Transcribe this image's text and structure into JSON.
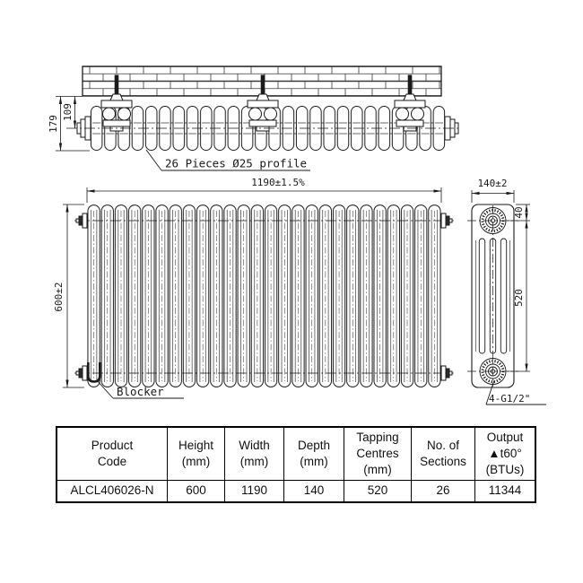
{
  "drawing": {
    "line_color": "#1a1a1a",
    "top_view": {
      "dim_depth_total": "179",
      "dim_wall_to_center": "109",
      "pieces_label": "26 Pieces Ø25 profile"
    },
    "front_view": {
      "dim_width": "1190±1.5%",
      "dim_height": "600±2",
      "blocker_label": "Blocker"
    },
    "side_view": {
      "dim_depth": "140±2",
      "dim_top_offset": "40",
      "dim_tapping_centres": "520",
      "tapping_label": "4-G1/2\""
    }
  },
  "table": {
    "headers": [
      "Product\nCode",
      "Height\n(mm)",
      "Width\n(mm)",
      "Depth\n(mm)",
      "Tapping\nCentres\n(mm)",
      "No. of\nSections",
      "Output\n▲t60°\n(BTUs)"
    ],
    "row": [
      "ALCL406026-N",
      "600",
      "1190",
      "140",
      "520",
      "26",
      "11344"
    ]
  }
}
